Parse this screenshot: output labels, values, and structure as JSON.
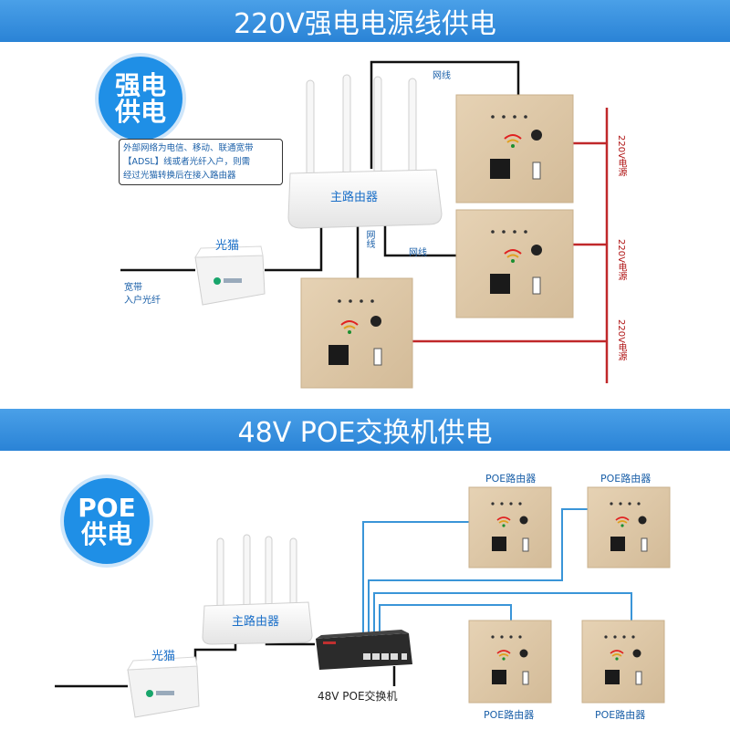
{
  "section_top": {
    "title": "220V强电电源线供电",
    "badge_line1": "强电",
    "badge_line2": "供电",
    "note_lines": [
      "外部网络为电信、移动、联通宽带",
      "【ADSL】线或者光纤入户，则需",
      "经过光猫转换后在接入路由器"
    ],
    "modem_label": "光猫",
    "fiber_label_1": "宽带",
    "fiber_label_2": "入户光纤",
    "router_label": "主路由器",
    "net_label_top": "网线",
    "net_label_mid_v": "网线",
    "net_label_right": "网线",
    "power_labels": [
      "220V电源",
      "220V电源",
      "220V电源"
    ]
  },
  "section_bottom": {
    "title": "48V POE交换机供电",
    "badge_line1": "POE",
    "badge_line2": "供电",
    "modem_label": "光猫",
    "router_label": "主路由器",
    "switch_label": "48V POE交换机",
    "poe_router_labels": [
      "POE路由器",
      "POE路由器",
      "POE路由器",
      "POE路由器"
    ]
  },
  "colors": {
    "bar": "#2a83d6",
    "badge": "#1f8fe6",
    "panel": "#d9c4a6",
    "power_wire": "#c0282a",
    "poe_wire": "#3a95d8",
    "net_wire": "#111111"
  }
}
